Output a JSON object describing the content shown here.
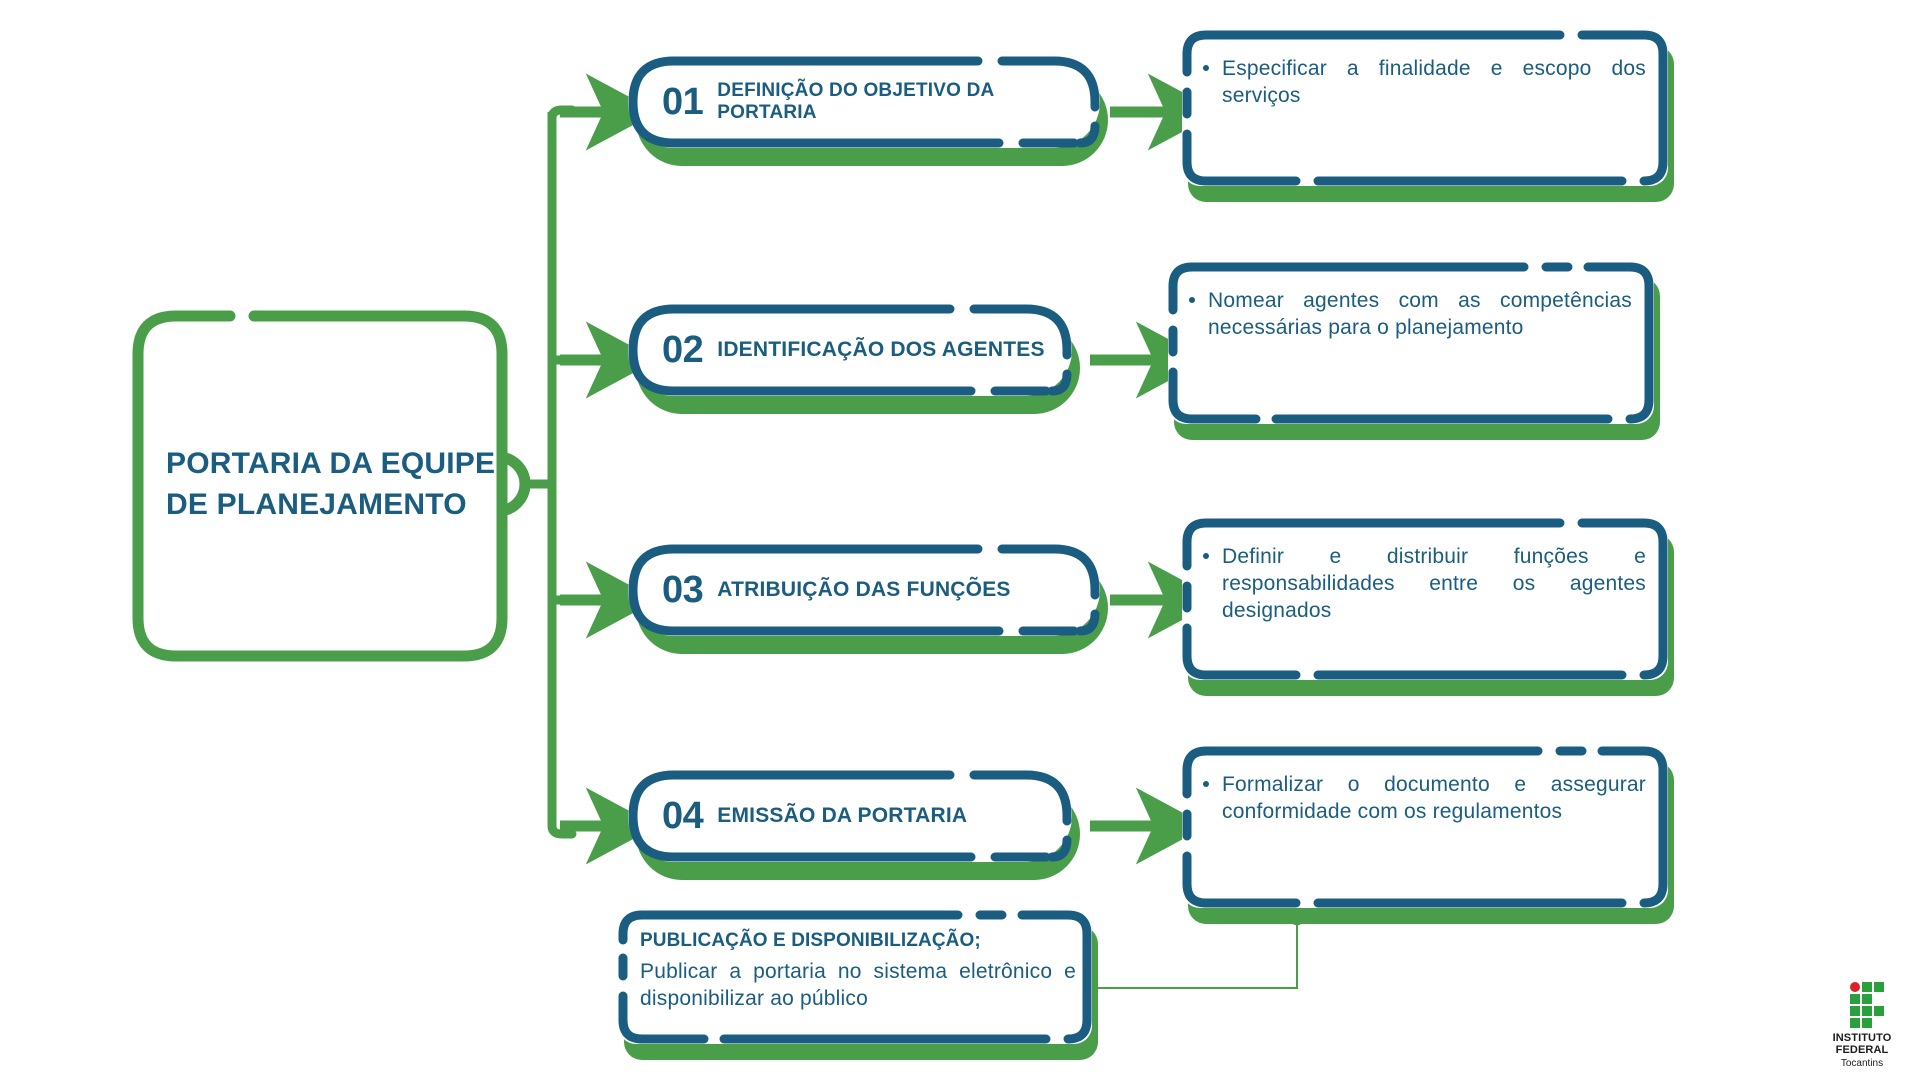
{
  "diagram": {
    "title": "Fluxo da Portaria da Equipe de Planejamento",
    "colors": {
      "blue": "#1a5d80",
      "green": "#4a9e4a",
      "logo_green": "#2aa03c",
      "logo_red": "#d9222a",
      "background": "#ffffff"
    }
  },
  "root": {
    "label": "PORTARIA DA EQUIPE DE PLANEJAMENTO"
  },
  "steps": [
    {
      "number": "01",
      "title": "DEFINIÇÃO DO OBJETIVO DA PORTARIA",
      "detail": "Especificar a finalidade e escopo dos serviços"
    },
    {
      "number": "02",
      "title": "IDENTIFICAÇÃO DOS AGENTES",
      "detail": "Nomear agentes com as competências necessárias para o planejamento"
    },
    {
      "number": "03",
      "title": "ATRIBUIÇÃO DAS FUNÇÕES",
      "detail": "Definir e distribuir funções e responsabilidades entre os agentes designados"
    },
    {
      "number": "04",
      "title": "EMISSÃO DA PORTARIA",
      "detail": "Formalizar o documento e assegurar conformidade com os regulamentos"
    }
  ],
  "publication": {
    "title": "PUBLICAÇÃO E DISPONIBILIZAÇÃO;",
    "body": "Publicar a portaria no sistema eletrônico e  disponibilizar ao público"
  },
  "logo": {
    "institute": "INSTITUTO",
    "federal": "FEDERAL",
    "campus": "Tocantins"
  }
}
